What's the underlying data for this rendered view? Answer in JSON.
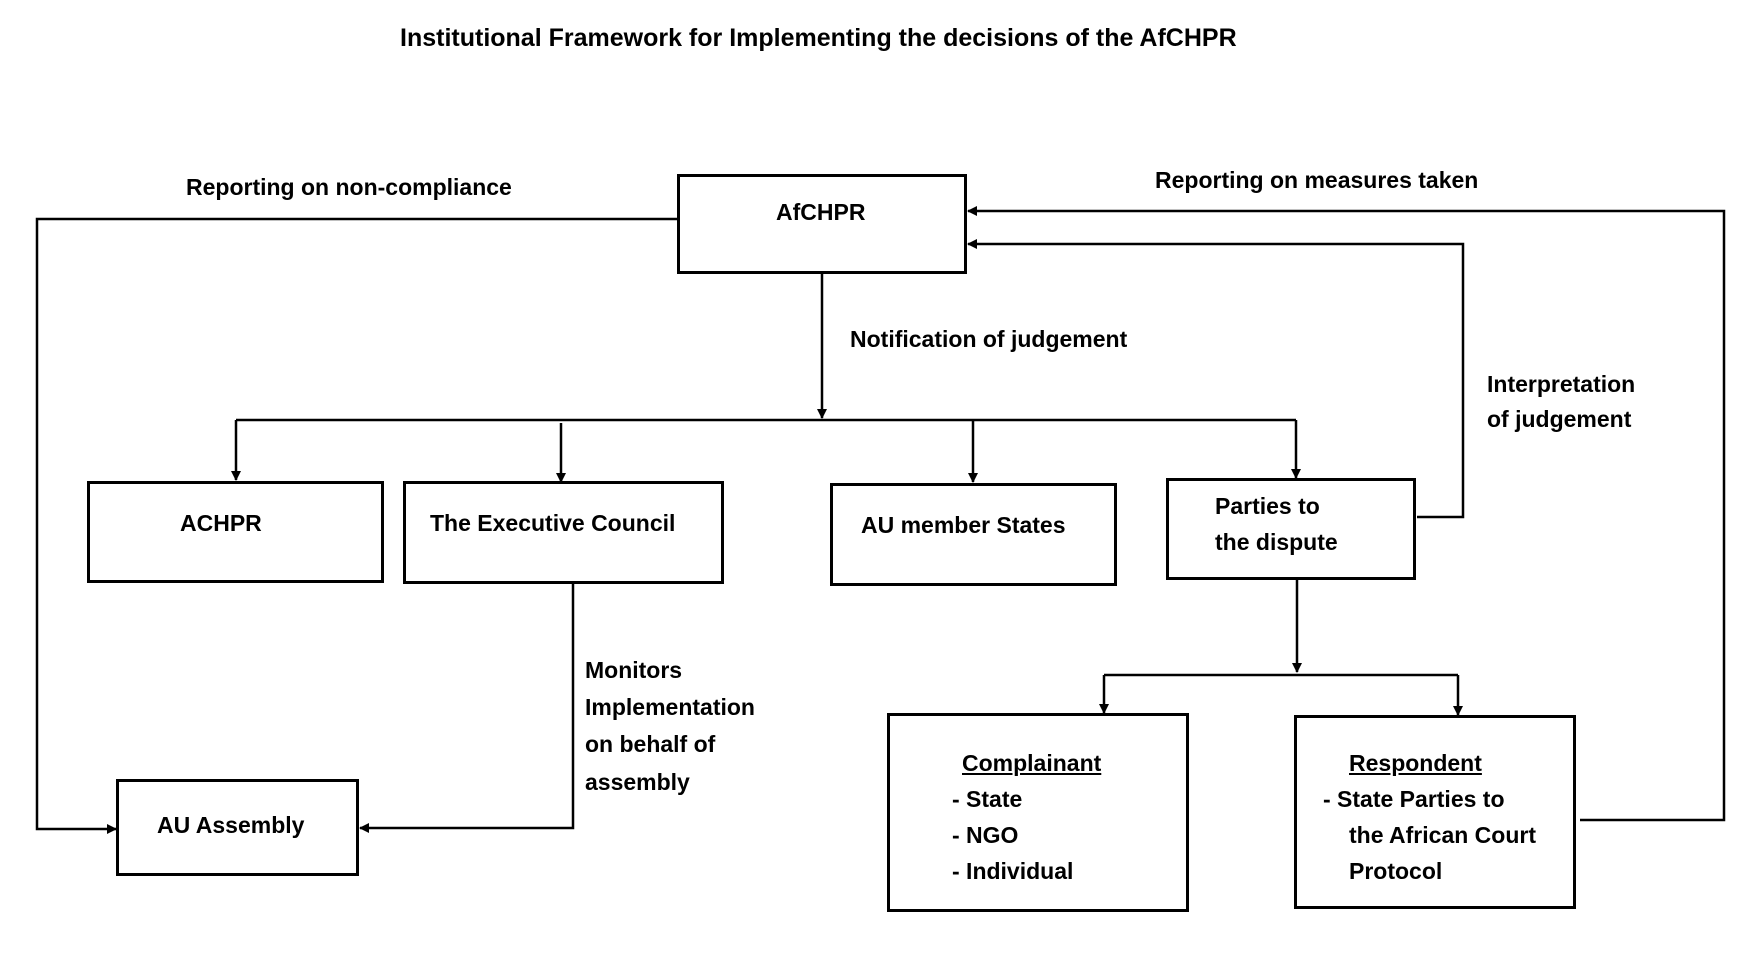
{
  "title": "Institutional Framework for Implementing the decisions of the AfCHPR",
  "boxes": {
    "afchpr": "AfCHPR",
    "achpr": "ACHPR",
    "executive_council": "The Executive Council",
    "au_member_states": "AU member States",
    "parties_line1": "Parties to",
    "parties_line2": "the dispute",
    "au_assembly": "AU Assembly",
    "complainant": {
      "heading": "Complainant",
      "items": [
        "-  State",
        "-  NGO",
        "-  Individual"
      ]
    },
    "respondent": {
      "heading": "Respondent",
      "items": [
        "-   State Parties to",
        "the African Court",
        "Protocol"
      ]
    }
  },
  "labels": {
    "reporting_non_compliance": "Reporting on non-compliance",
    "reporting_measures": "Reporting on measures taken",
    "notification": "Notification of judgement",
    "interpretation_line1": "Interpretation",
    "interpretation_line2": "of judgement",
    "monitors_line1": "Monitors",
    "monitors_line2": "Implementation",
    "monitors_line3": "on behalf of",
    "monitors_line4": "assembly"
  }
}
